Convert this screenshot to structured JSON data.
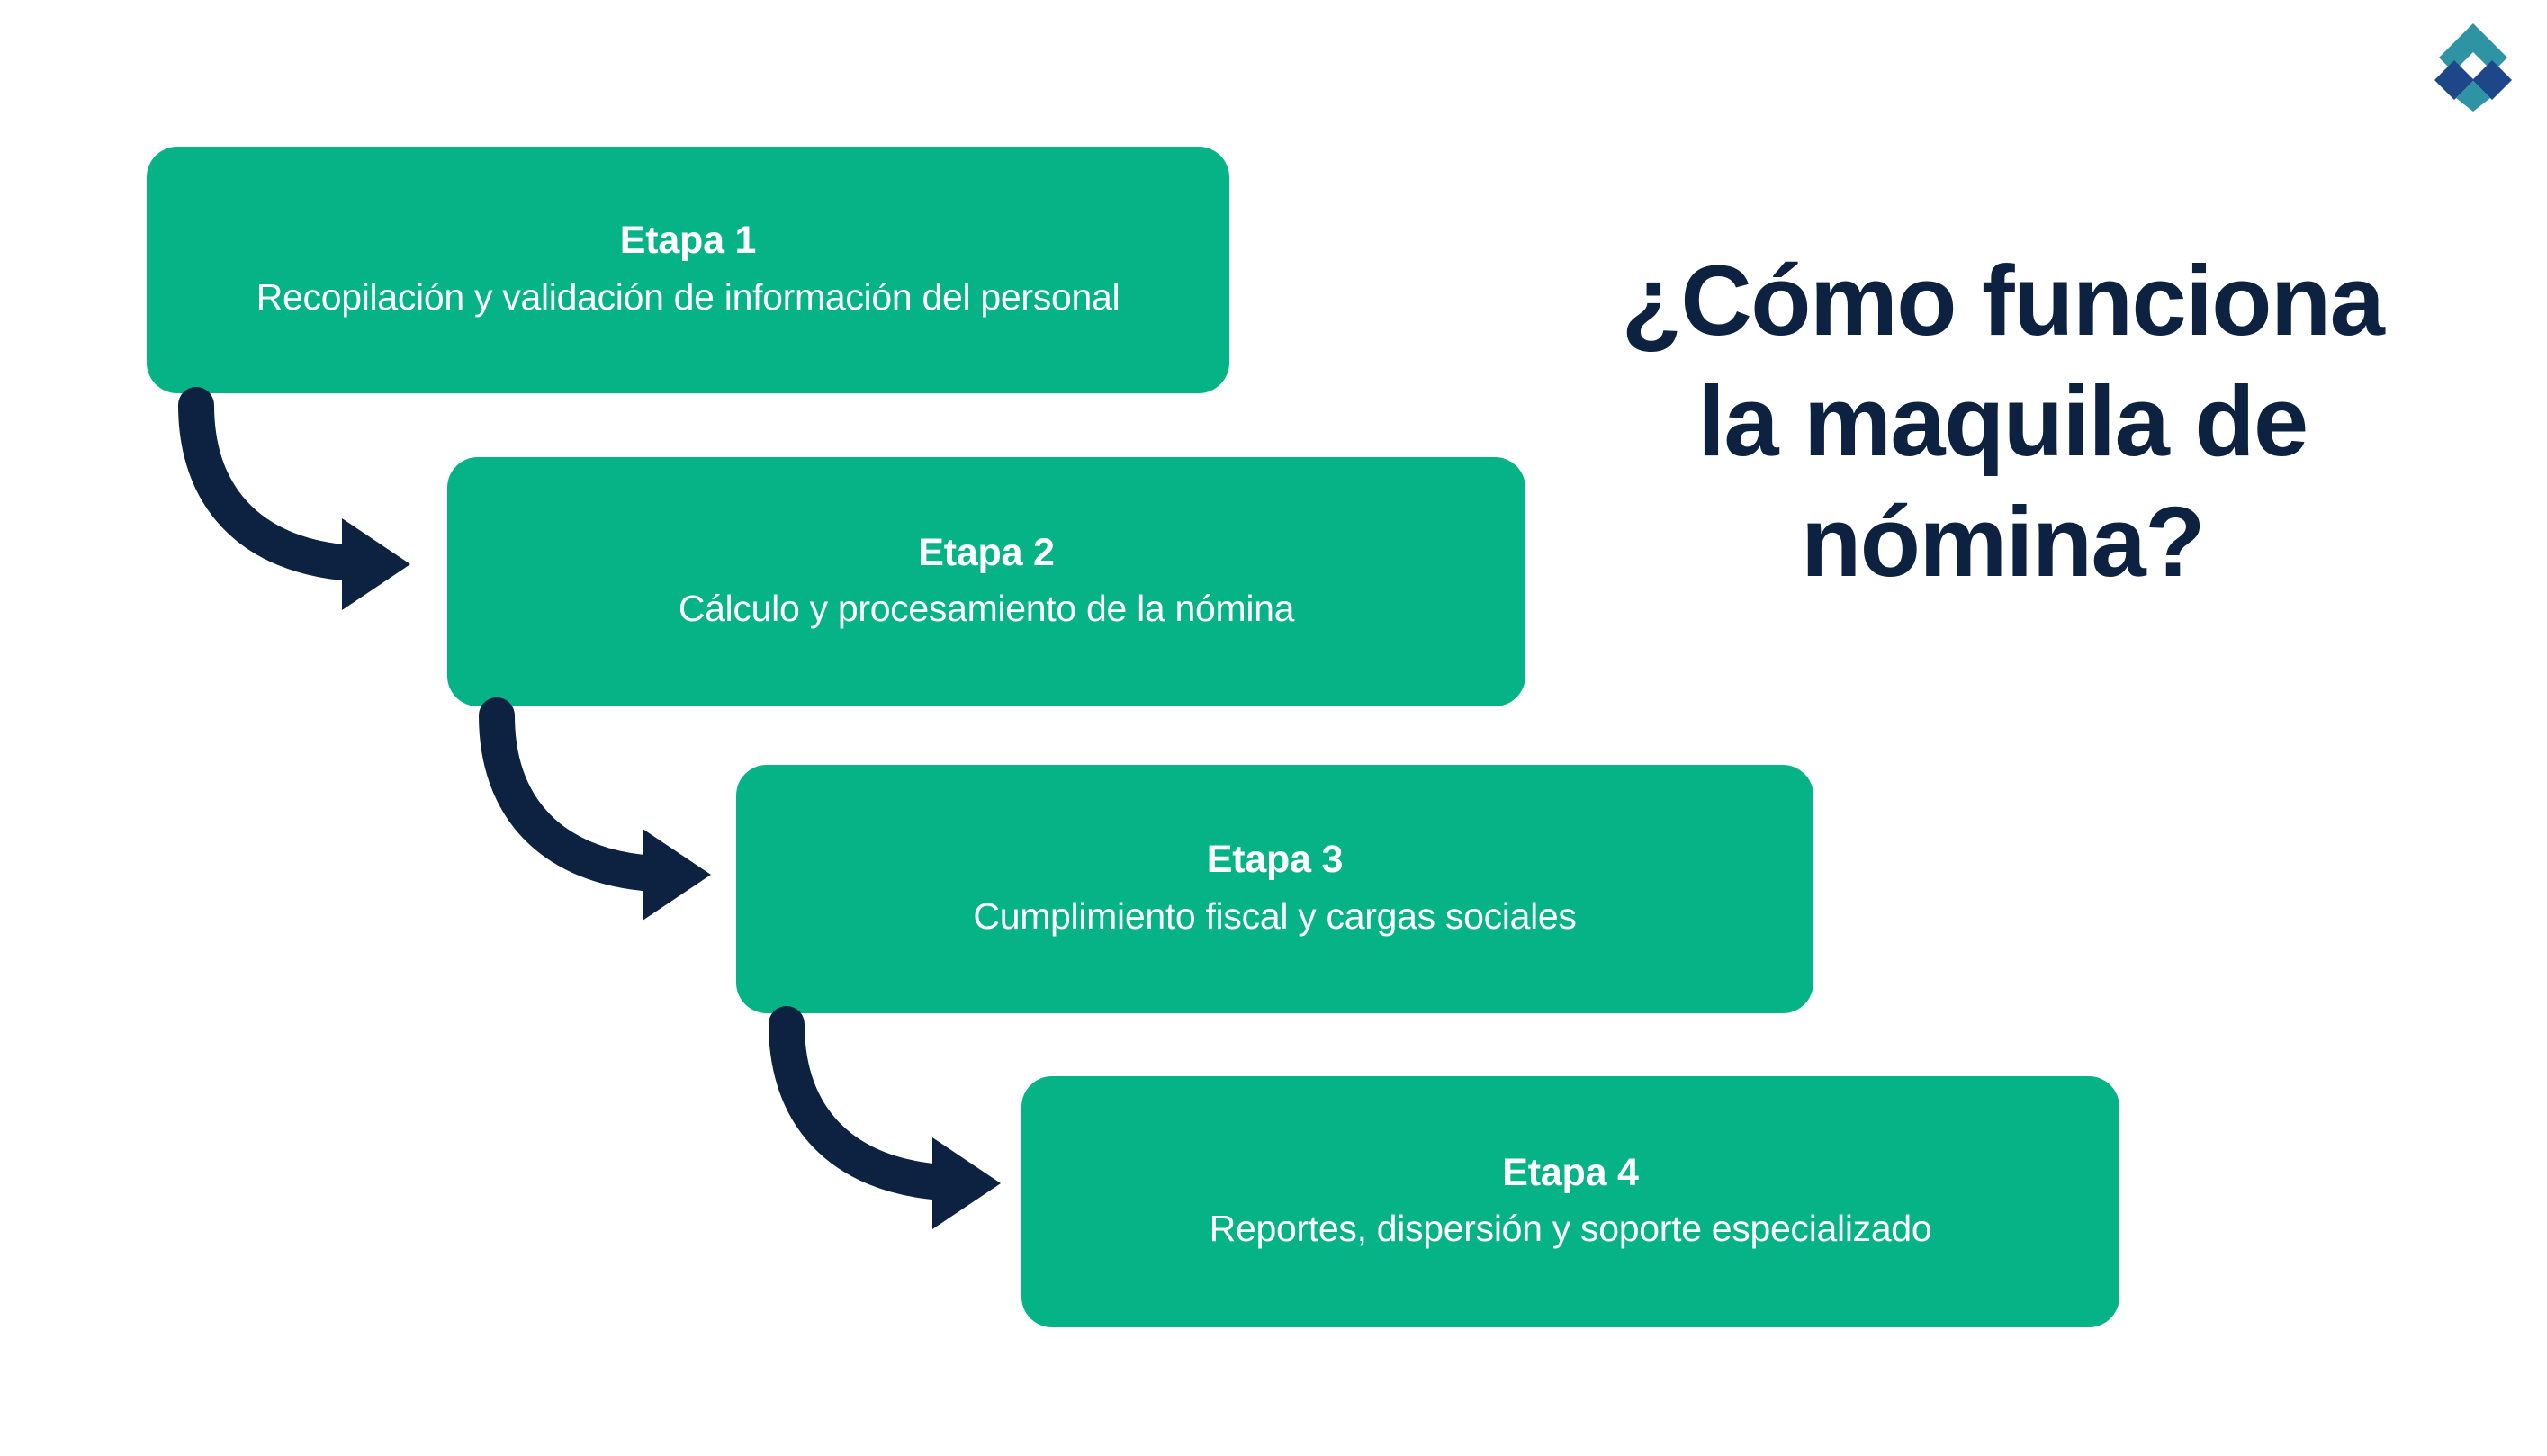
{
  "colors": {
    "background": "#ffffff",
    "stage_fill": "#05b386",
    "stage_text": "#ffffff",
    "arrow": "#0d2240",
    "headline": "#0d2240",
    "logo_teal": "#2e93a3",
    "logo_navy": "#1d4789"
  },
  "logo": {
    "name": "company-chevron-diamond-logo",
    "alt": "Logotipo corporativo"
  },
  "headline": {
    "full_text": "¿Cómo funciona la maquila de nómina?",
    "lines": [
      "¿Cómo funciona",
      "la maquila de",
      "nómina?"
    ]
  },
  "flow": {
    "stages": [
      {
        "title": "Etapa 1",
        "description": "Recopilación y validación de información del personal"
      },
      {
        "title": "Etapa 2",
        "description": "Cálculo y procesamiento de la nómina"
      },
      {
        "title": "Etapa 3",
        "description": "Cumplimiento fiscal y cargas sociales"
      },
      {
        "title": "Etapa 4",
        "description": "Reportes, dispersión y soporte especializado"
      }
    ],
    "connectors": [
      {
        "name": "curved-arrow-stage1-to-stage2",
        "from": "Etapa 1",
        "to": "Etapa 2"
      },
      {
        "name": "curved-arrow-stage2-to-stage3",
        "from": "Etapa 2",
        "to": "Etapa 3"
      },
      {
        "name": "curved-arrow-stage3-to-stage4",
        "from": "Etapa 3",
        "to": "Etapa 4"
      }
    ]
  }
}
